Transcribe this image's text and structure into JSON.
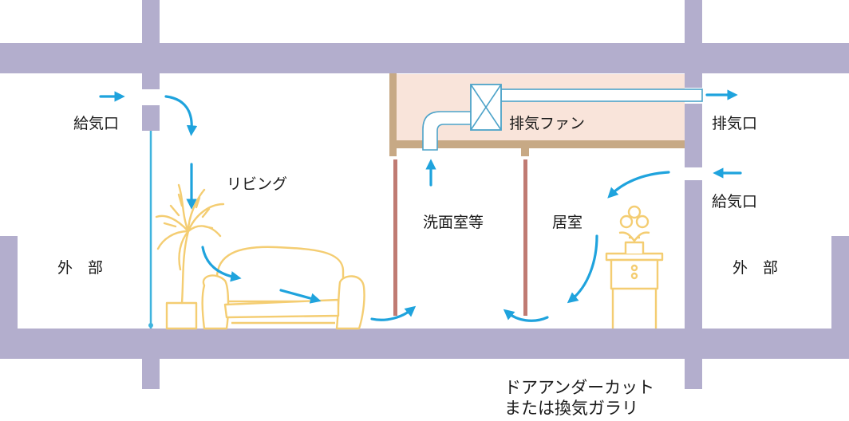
{
  "labels": {
    "supply_inlet_left": "給気口",
    "living_room": "リビング",
    "outside_left": "外　部",
    "exhaust_fan": "排気ファン",
    "exhaust_outlet": "排気口",
    "supply_inlet_right": "給気口",
    "washroom_etc": "洗面室等",
    "habitable_room": "居室",
    "outside_right": "外　部",
    "door_note_line1": "ドアアンダーカット",
    "door_note_line2": "または換気ガラリ"
  },
  "colors": {
    "wall": "#b3aecd",
    "duct_box": "#f9e4da",
    "beam": "#c7a985",
    "arrow": "#1fa3dd",
    "duct_outline": "#4da3c9",
    "furniture_line": "#f4cd72",
    "post": "#c07b73"
  }
}
